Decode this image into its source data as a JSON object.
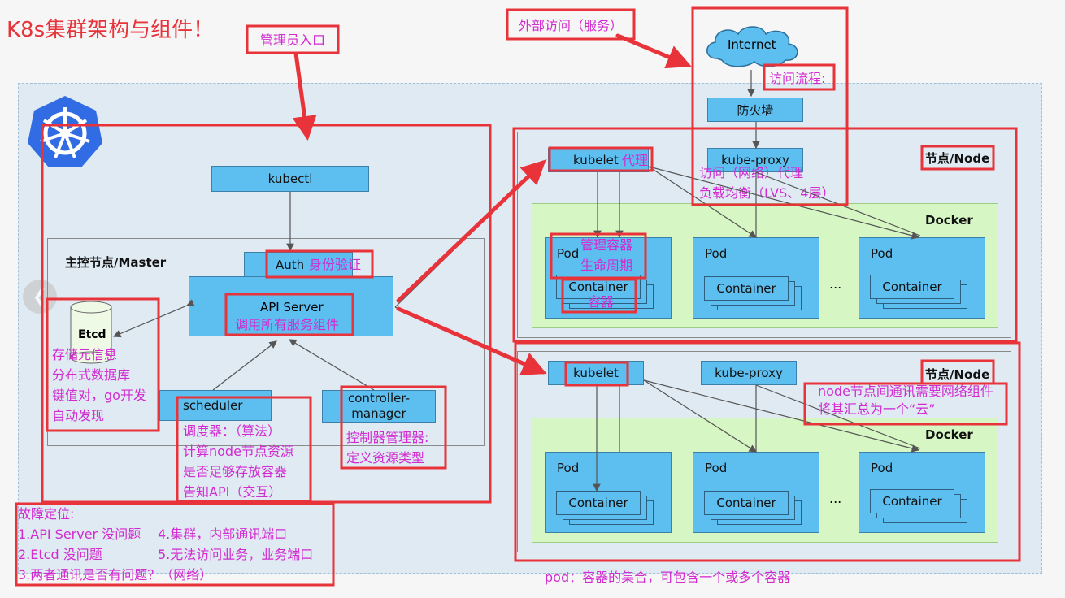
{
  "title": "K8s集群架构与组件！",
  "admin_entry": "管理员入口",
  "external_access": "外部访问（服务）",
  "internet": "Internet",
  "access_flow": "访问流程:",
  "firewall": "防火墙",
  "master": {
    "label": "主控节点/Master",
    "kubectl": "kubectl",
    "auth": "Auth",
    "auth_note": "身份验证",
    "api_server": "API Server",
    "api_note": "调用所有服务组件",
    "etcd": "Etcd",
    "etcd_notes": [
      "存储元信息",
      "分布式数据库",
      "键值对，go开发",
      "自动发现"
    ],
    "scheduler": "scheduler",
    "scheduler_notes": [
      "调度器：（算法）",
      "计算node节点资源",
      "是否足够存放容器",
      "告知API（交互）"
    ],
    "controller": [
      "controller-",
      "manager"
    ],
    "controller_notes": [
      "控制器管理器:",
      "定义资源类型"
    ]
  },
  "node1": {
    "label": "节点/Node",
    "kubelet": "kubelet",
    "kubelet_note": "代理",
    "kube_proxy": "kube-proxy",
    "proxy_notes": [
      "访问（网络）代理",
      "负载均衡（LVS、4层）"
    ],
    "docker": "Docker",
    "pod": "Pod",
    "container": "Container",
    "ellipsis": "...",
    "pod_notes": [
      "管理容器",
      "生命周期"
    ],
    "container_note": "容器"
  },
  "node2": {
    "label": "节点/Node",
    "kubelet": "kubelet",
    "kube_proxy": "kube-proxy",
    "docker": "Docker",
    "pod": "Pod",
    "container": "Container",
    "ellipsis": "...",
    "network_notes": [
      "node节点间通讯需要网络组件",
      "将其汇总为一个“云”"
    ]
  },
  "troubleshoot": {
    "title": "故障定位:",
    "left": [
      "1.API Server 没问题",
      "2.Etcd 没问题",
      "3.两者通讯是否有问题？（网络）"
    ],
    "right": [
      "4.集群，内部通讯端口",
      "5.无法访问业务，业务端口"
    ]
  },
  "pod_definition": "pod：容器的集合，可包含一个或多个容器"
}
